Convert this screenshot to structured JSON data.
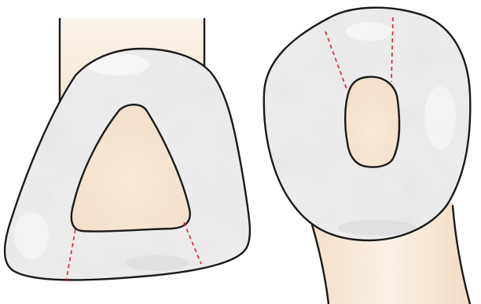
{
  "colors": {
    "background": "#ffffff",
    "tooth_root": "#f4e3cf",
    "tooth_root_light": "#fbf3ea",
    "crown_base": "#ededee",
    "crown_highlight": "#ffffff",
    "crown_shade": "#c9c9cc",
    "outline": "#1a1a1a",
    "cut_line": "#d9262a"
  },
  "figures": [
    {
      "id": "left",
      "subject": "tooth-crown-incisal-view",
      "pieces": [
        "root-stub",
        "crown-shell",
        "core-opening",
        "cut-line-left",
        "cut-line-right"
      ],
      "cut_line_style": "dashed",
      "cut_line_count": 2
    },
    {
      "id": "right",
      "subject": "tooth-crown-occlusal-view",
      "pieces": [
        "root",
        "crown-shell",
        "core-opening",
        "cut-line-left",
        "cut-line-right"
      ],
      "cut_line_style": "dashed",
      "cut_line_count": 2
    }
  ]
}
